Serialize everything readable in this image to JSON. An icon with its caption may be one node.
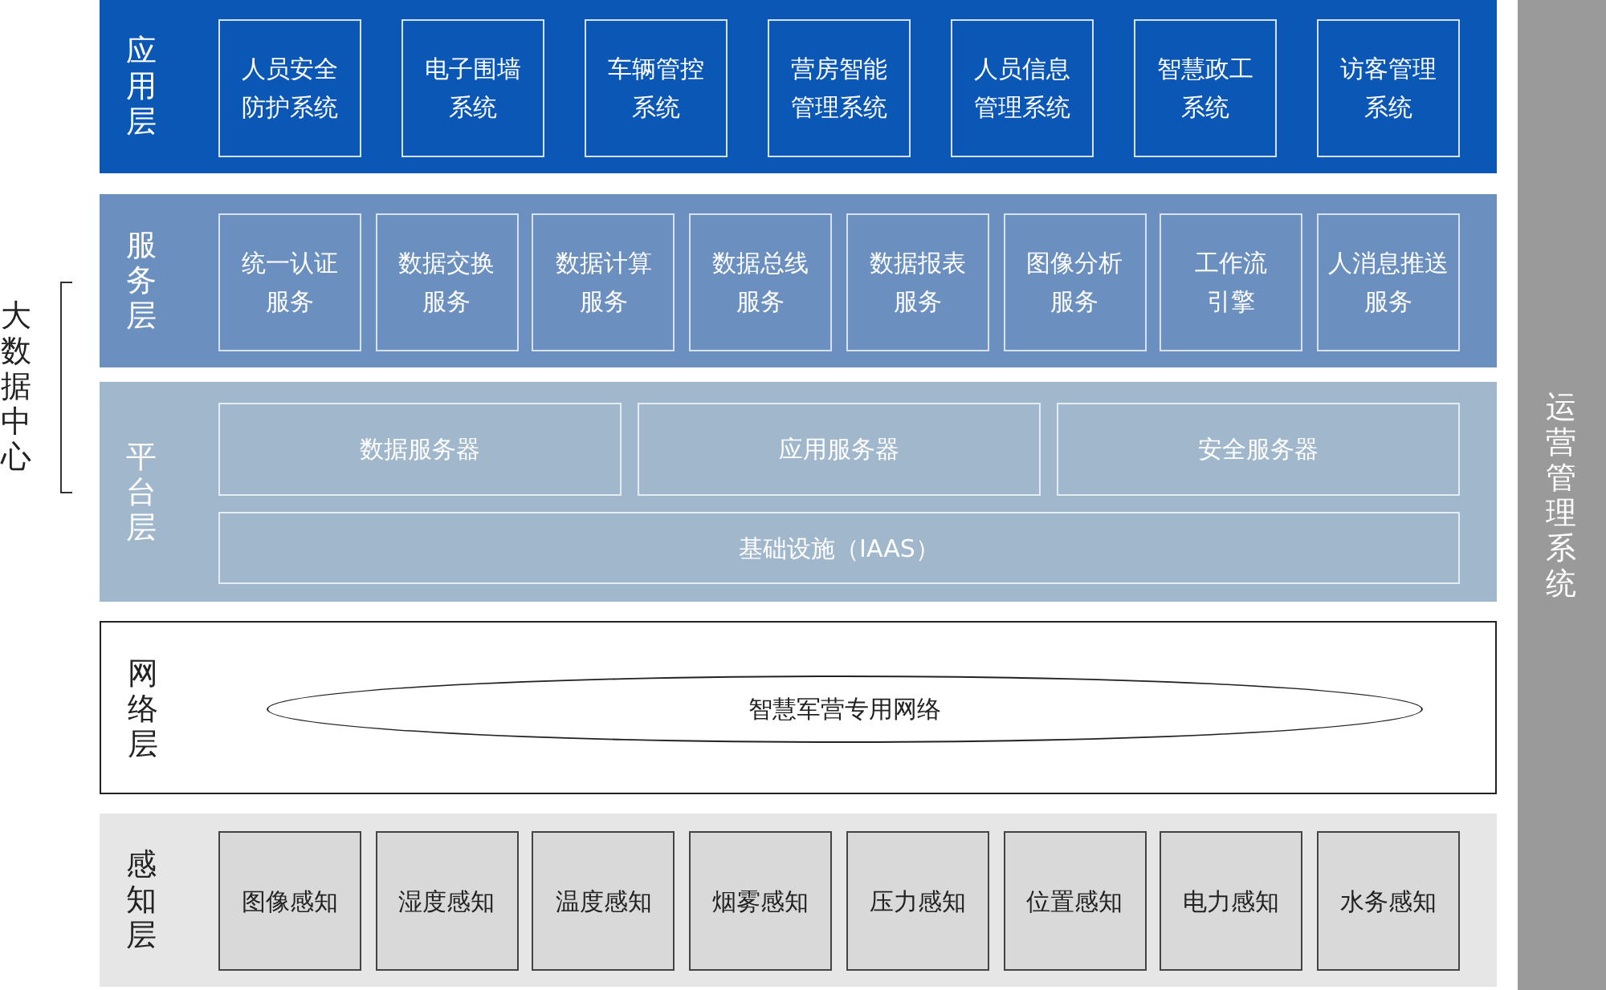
{
  "diagram": {
    "nodes": [
      {
        "text": [
          "应用层"
        ]
      },
      {
        "text": [
          "人员安全防护系统"
        ],
        "in": 0
      },
      {
        "text": [
          "电子围墙系统"
        ],
        "in": 0
      },
      {
        "text": [
          "车辆管控系统"
        ],
        "in": 0
      },
      {
        "text": [
          "营房智能管理系统"
        ],
        "in": 0
      },
      {
        "text": [
          "人员信息管理系统"
        ],
        "in": 0
      },
      {
        "text": [
          "智慧政工系统"
        ],
        "in": 0
      },
      {
        "text": [
          "访客管理系统"
        ],
        "in": 0
      },
      {
        "text": [
          "服务层"
        ]
      },
      {
        "text": [
          "统一认证服务"
        ],
        "in": 8
      },
      {
        "text": [
          "数据交换服务"
        ],
        "in": 8
      },
      {
        "text": [
          "数据计算服务"
        ],
        "in": 8
      },
      {
        "text": [
          "数据总线服务"
        ],
        "in": 8
      },
      {
        "text": [
          "数据报表服务"
        ],
        "in": 8
      },
      {
        "text": [
          "图像分析服务"
        ],
        "in": 8
      },
      {
        "text": [
          "工作流引擎"
        ],
        "in": 8
      },
      {
        "text": [
          "人消息推送服务"
        ],
        "in": 8
      },
      {
        "text": [
          "平台层"
        ]
      },
      {
        "text": [
          "数据服务器"
        ],
        "in": 17
      },
      {
        "text": [
          "应用服务器"
        ],
        "in": 17
      },
      {
        "text": [
          "安全服务器"
        ],
        "in": 17
      },
      {
        "text": [
          "基础设施（IAAS）"
        ],
        "in": 17
      },
      {
        "text": [
          "网络层"
        ]
      },
      {
        "text": [
          "智慧军营专用网络"
        ],
        "in": 22
      },
      {
        "text": [
          "感知层"
        ]
      },
      {
        "text": [
          "图像感知"
        ],
        "in": 24
      },
      {
        "text": [
          "湿度感知"
        ],
        "in": 24
      },
      {
        "text": [
          "温度感知"
        ],
        "in": 24
      },
      {
        "text": [
          "烟雾感知"
        ],
        "in": 24
      },
      {
        "text": [
          "压力感知"
        ],
        "in": 24
      },
      {
        "text": [
          "位置感知"
        ],
        "in": 24
      },
      {
        "text": [
          "电力感知"
        ],
        "in": 24
      },
      {
        "text": [
          "水务感知"
        ],
        "in": 24
      },
      {
        "text": [
          "运营管理系统"
        ]
      }
    ],
    "edges": [],
    "labels": [
      "大数据中心"
    ]
  }
}
